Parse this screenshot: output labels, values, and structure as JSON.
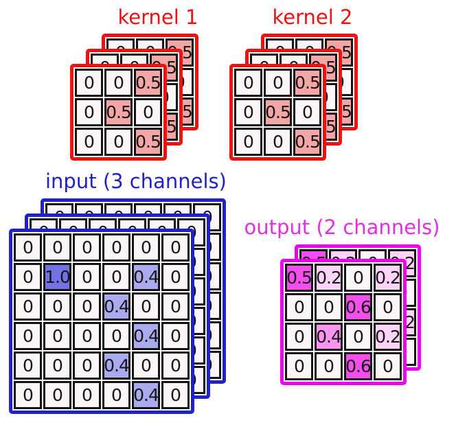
{
  "colors": {
    "red": "#ec1212",
    "red_light": "#f4a6a6",
    "blue": "#2020cc",
    "blue_strong": "#7272e6",
    "blue_light": "#aaaaee",
    "magenta": "#ee00ee",
    "magenta_title": "#e32ee3",
    "magenta_strong": "#f44fec",
    "magenta_medium": "#f795f0",
    "magenta_light": "#fcd4f8",
    "cell_bg": "#faf6f7",
    "line": "#141414",
    "text": "#161616"
  },
  "kernel1": {
    "label": "kernel 1",
    "num_layers": 3,
    "grid": [
      [
        "0",
        "0",
        "0.5"
      ],
      [
        "0",
        "0.5",
        "0"
      ],
      [
        "0",
        "0",
        "0.5"
      ]
    ],
    "highlights": {
      "0.5": "hl-red"
    }
  },
  "kernel2": {
    "label": "kernel 2",
    "num_layers": 3,
    "grid": [
      [
        "0",
        "0",
        "0.5"
      ],
      [
        "0",
        "0.5",
        "0"
      ],
      [
        "0",
        "0",
        "0.5"
      ]
    ],
    "highlights": {
      "0.5": "hl-red"
    }
  },
  "input": {
    "label": "input (3 channels)",
    "num_layers": 3,
    "grid": [
      [
        "0",
        "0",
        "0",
        "0",
        "0",
        "0"
      ],
      [
        "0",
        "1.0",
        "0",
        "0",
        "0.4",
        "0"
      ],
      [
        "0",
        "0",
        "0",
        "0.4",
        "0",
        "0"
      ],
      [
        "0",
        "0",
        "0",
        "0",
        "0.4",
        "0"
      ],
      [
        "0",
        "0",
        "0",
        "0.4",
        "0",
        "0"
      ],
      [
        "0",
        "0",
        "0",
        "0",
        "0.4",
        "0"
      ]
    ],
    "highlights": {
      "1.0": "hl-blue-strong",
      "0.4": "hl-blue-light"
    }
  },
  "output": {
    "label": "output (2 channels)",
    "num_layers": 2,
    "grid": [
      [
        "0.5",
        "0.2",
        "0",
        "0.2"
      ],
      [
        "0",
        "0",
        "0.6",
        "0"
      ],
      [
        "0",
        "0.4",
        "0",
        "0.2"
      ],
      [
        "0",
        "0",
        "0.6",
        "0"
      ]
    ],
    "highlights": {
      "0.5": "hl-mag-strong",
      "0.6": "hl-mag-strong",
      "0.4": "hl-mag-medium",
      "0.2": "hl-mag-light"
    }
  }
}
